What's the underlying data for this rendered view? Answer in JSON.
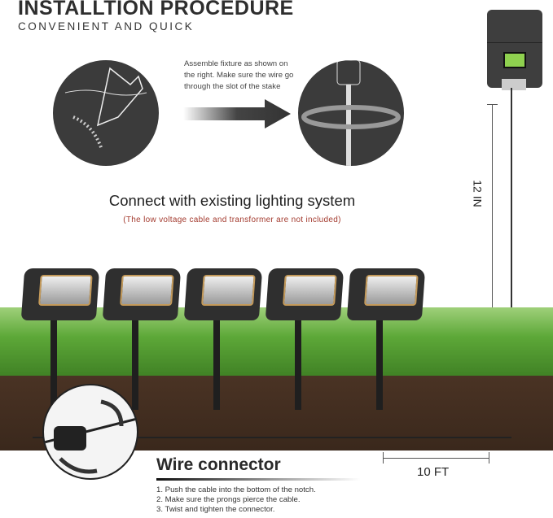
{
  "header": {
    "title": "INSTALLTION PROCEDURE",
    "subtitle": "CONVENIENT AND QUICK"
  },
  "step": {
    "text": "Assemble fixture as shown on the right. Make sure the wire go through the slot of the stake"
  },
  "connect": {
    "heading": "Connect with existing lighting system",
    "note": "(The low voltage cable and transformer are not included)"
  },
  "dimensions": {
    "height": "12 IN",
    "width": "10 FT"
  },
  "wire_connector": {
    "title": "Wire connector",
    "steps": [
      "1. Push the cable into the bottom of the notch.",
      "2. Make sure the prongs pierce the cable.",
      "3. Twist and tighten the connector."
    ]
  },
  "colors": {
    "note": "#a33a2e",
    "grass": "#5da838",
    "soil": "#3a281c",
    "panel": "#3b3b3b"
  },
  "icons": [
    "hand-digging-icon",
    "arrow-right-icon",
    "rotate-fixture-icon",
    "transformer-icon",
    "spotlight-icon",
    "wire-connector-icon"
  ]
}
